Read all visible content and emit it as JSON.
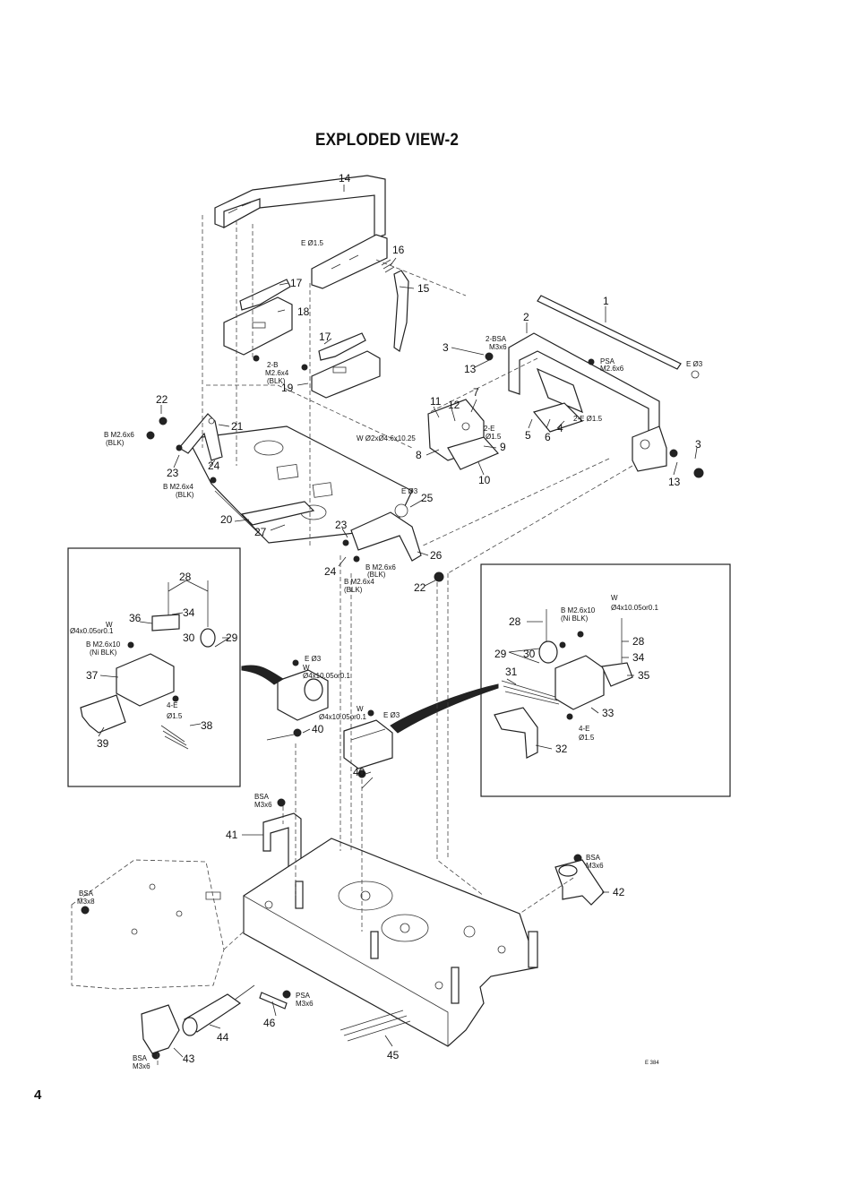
{
  "title": "EXPLODED VIEW-2",
  "page_number": "4",
  "footer_code": "E 384",
  "colors": {
    "ink": "#111111",
    "paper": "#ffffff"
  },
  "callouts": [
    "14",
    "E Ø1.5",
    "16",
    "15",
    "17",
    "18",
    "17",
    "2-B",
    "M2.6x4",
    "(BLK)",
    "19",
    "1",
    "2",
    "2-BSA",
    "M3x6",
    "3",
    "13",
    "PSA",
    "M2.6x6",
    "E Ø3",
    "22",
    "21",
    "B M2.6x6",
    "(BLK)",
    "23",
    "24",
    "B M2.6x4",
    "(BLK)",
    "W Ø2xØ4.6x10.25",
    "11",
    "12",
    "7",
    "2-E",
    "Ø1.5",
    "9",
    "8",
    "10",
    "2-E Ø1.5",
    "4",
    "5",
    "6",
    "3",
    "13",
    "E Ø3",
    "25",
    "20",
    "27",
    "23",
    "26",
    "24",
    "B M2.6x6",
    "(BLK)",
    "B M2.6x4",
    "(BLK)",
    "22",
    "28",
    "34",
    "36",
    "W",
    "Ø4x0.05or0.1",
    "30",
    "29",
    "B M2.6x10",
    "(Ni BLK)",
    "37",
    "4-E",
    "Ø1.5",
    "38",
    "39",
    "E Ø3",
    "W",
    "Ø4x10.05or0.1",
    "40",
    "W",
    "Ø4x10.05or0.1",
    "E Ø3",
    "40",
    "W",
    "B M2.6x10",
    "Ø4x10.05or0.1",
    "(Ni BLK)",
    "28",
    "28",
    "34",
    "29",
    "30",
    "35",
    "31",
    "33",
    "4-E",
    "Ø1.5",
    "32",
    "BSA",
    "M3x6",
    "41",
    "BSA",
    "M3x8",
    "BSA",
    "M3x6",
    "42",
    "PSA",
    "M3x6",
    "46",
    "44",
    "45",
    "BSA",
    "M3x6",
    "43"
  ]
}
